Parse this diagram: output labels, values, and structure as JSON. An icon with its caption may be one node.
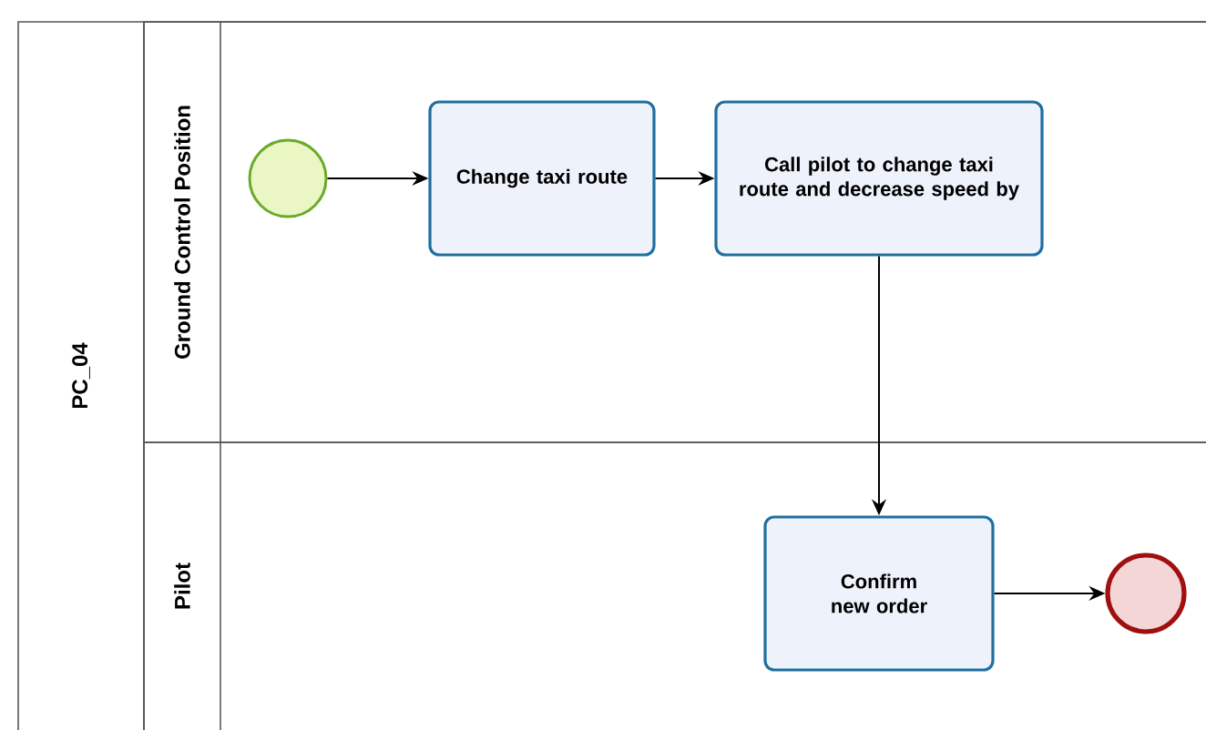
{
  "diagram": {
    "nodes": [
      {
        "text": [
          "PC_04"
        ]
      },
      {
        "text": [
          "Ground Control Position"
        ],
        "in": 0
      },
      {
        "text": [
          "Pilot"
        ],
        "in": 0
      },
      {
        "text": [],
        "shape": "circle",
        "in": 1
      },
      {
        "text": [
          "Change taxi route"
        ],
        "in": 1
      },
      {
        "text": [
          "Call pilot to change taxi route and decrease speed by"
        ],
        "in": 1
      },
      {
        "text": [
          "Confirm new order"
        ],
        "in": 2
      },
      {
        "text": [],
        "shape": "circle",
        "in": 2
      }
    ],
    "edges": [
      {
        "from": 3,
        "to": 4,
        "arrow": "to"
      },
      {
        "from": 4,
        "to": 5,
        "arrow": "to"
      },
      {
        "from": 5,
        "to": 6,
        "arrow": "to"
      },
      {
        "from": 6,
        "to": 7,
        "arrow": "to"
      }
    ]
  }
}
